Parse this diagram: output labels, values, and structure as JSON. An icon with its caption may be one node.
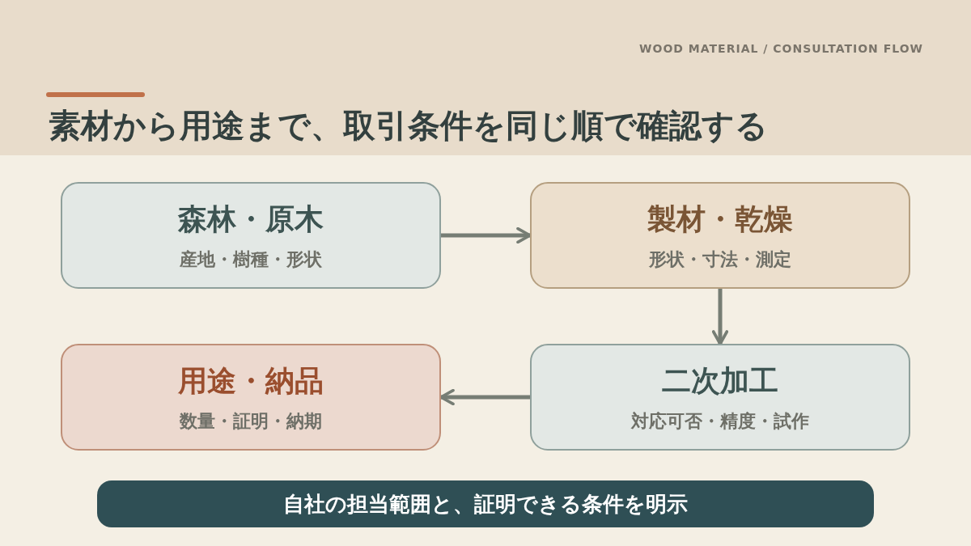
{
  "diagram": {
    "title": "素材から用途まで、取引条件を同じ順で確認する",
    "nodes": [
      {
        "text": [
          "森林・原木",
          "産地・樹種・形状"
        ]
      },
      {
        "text": [
          "製材・乾燥",
          "形状・寸法・測定"
        ]
      },
      {
        "text": [
          "二次加工",
          "対応可否・精度・試作"
        ]
      },
      {
        "text": [
          "用途・納品",
          "数量・証明・納期"
        ]
      },
      {
        "text": [
          "自社の担当範囲と、証明できる条件を明示"
        ]
      }
    ],
    "edges": [
      {
        "from": 0,
        "to": 1,
        "arrow": "to"
      },
      {
        "from": 1,
        "to": 2,
        "arrow": "to"
      },
      {
        "from": 2,
        "to": 3,
        "arrow": "to"
      }
    ],
    "labels": [
      "WOOD MATERIAL / CONSULTATION FLOW"
    ]
  }
}
